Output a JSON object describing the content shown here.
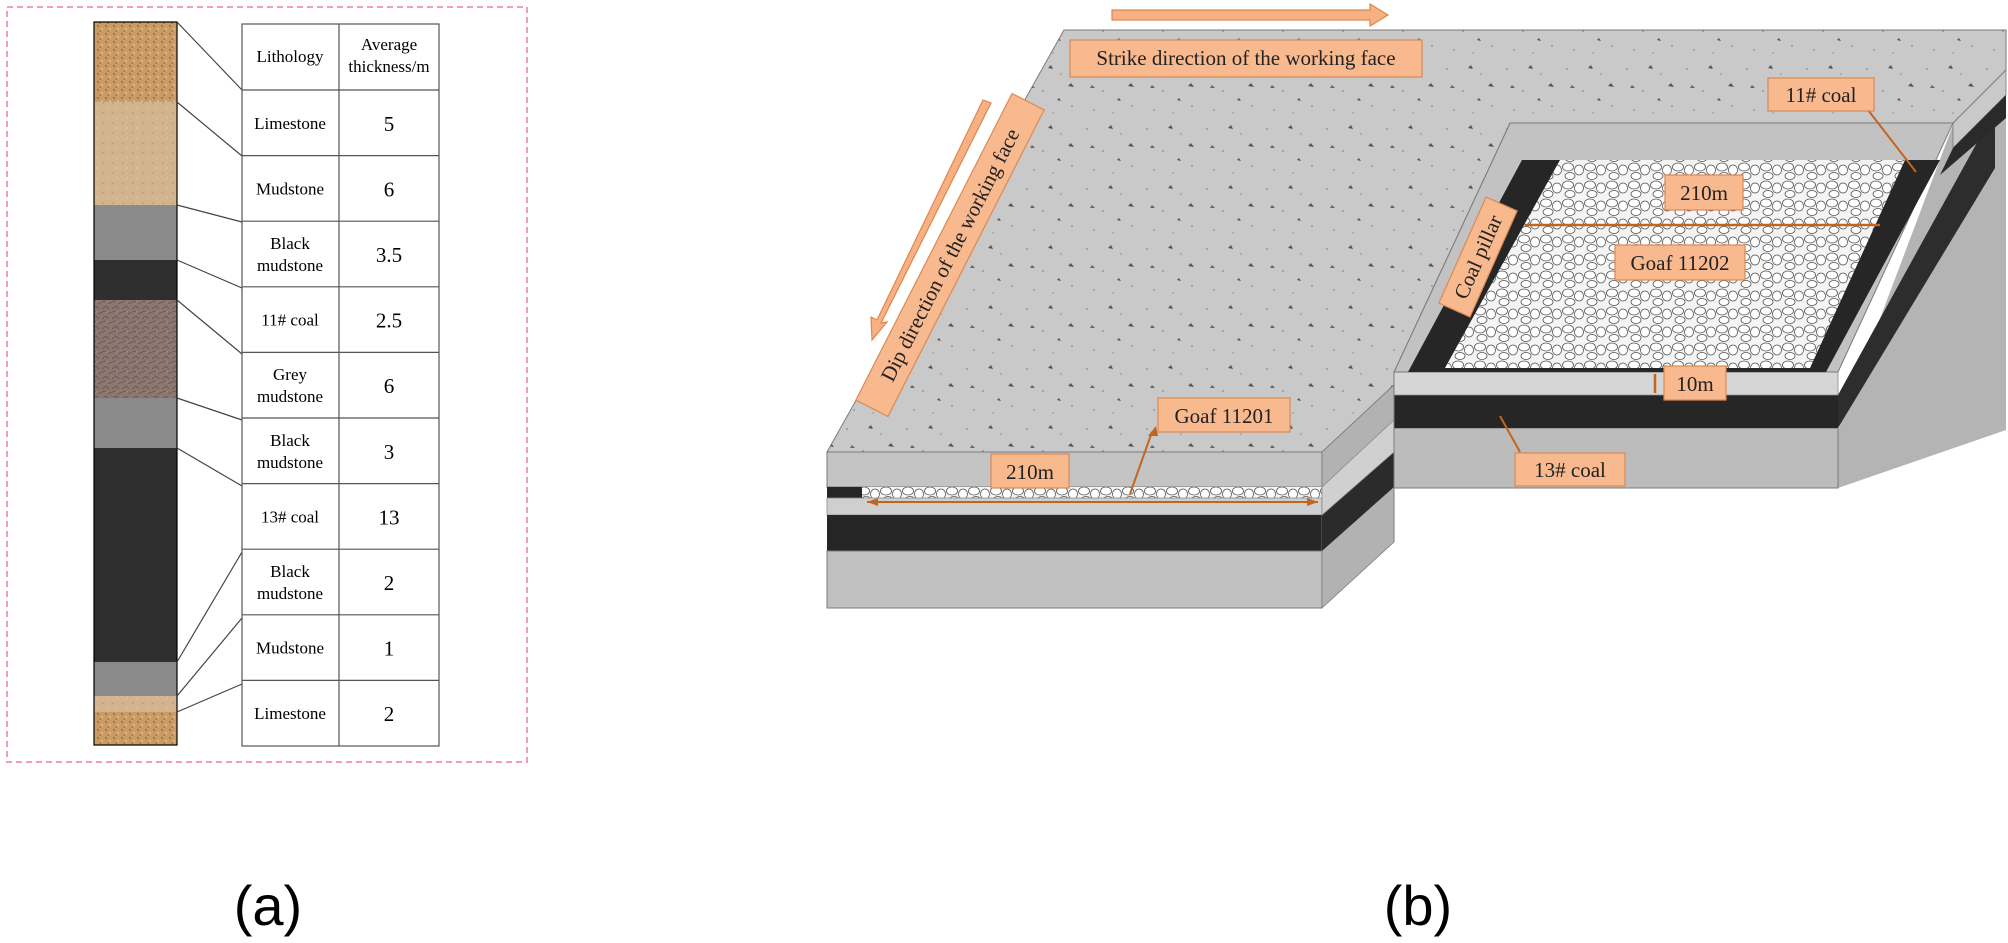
{
  "panel_a": {
    "label": "(a)",
    "table": {
      "headers": {
        "lithology": "Lithology",
        "thickness_line1": "Average",
        "thickness_line2": "thickness/m"
      },
      "rows": [
        {
          "lithology": [
            "Limestone"
          ],
          "thickness": "5",
          "color": "#c99b66"
        },
        {
          "lithology": [
            "Mudstone"
          ],
          "thickness": "6",
          "color": "#cfae88"
        },
        {
          "lithology": [
            "Black",
            "mudstone"
          ],
          "thickness": "3.5",
          "color": "#8a8a8a"
        },
        {
          "lithology": [
            "11# coal"
          ],
          "thickness": "2.5",
          "color": "#2f2f2f"
        },
        {
          "lithology": [
            "Grey",
            "mudstone"
          ],
          "thickness": "6",
          "color": "#8e7770"
        },
        {
          "lithology": [
            "Black",
            "mudstone"
          ],
          "thickness": "3",
          "color": "#8a8a8a"
        },
        {
          "lithology": [
            "13# coal"
          ],
          "thickness": "13",
          "color": "#2f2f2f"
        },
        {
          "lithology": [
            "Black",
            "mudstone"
          ],
          "thickness": "2",
          "color": "#8a8a8a"
        },
        {
          "lithology": [
            "Mudstone"
          ],
          "thickness": "1",
          "color": "#cfae88"
        },
        {
          "lithology": [
            "Limestone"
          ],
          "thickness": "2",
          "color": "#c99b66"
        }
      ]
    },
    "frame_color": "#f0a0b0"
  },
  "panel_b": {
    "label": "(b)",
    "labels": {
      "strike": "Strike direction of the working face",
      "dip": "Dip direction of the working face",
      "coal11": "11# coal",
      "coal13": "13# coal",
      "goaf11202": "Goaf 11202",
      "goaf11201": "Goaf 11201",
      "pillar": "Coal pillar",
      "len_back": "210m",
      "len_front": "210m",
      "pillar_width": "10m"
    },
    "colors": {
      "tag_fill": "#f8b98e",
      "tag_stroke": "#d98a55",
      "arrow": "#f29a55",
      "dim_line": "#c4651f",
      "surface": "#c4c4c4",
      "side": "#bdbdbd",
      "coal": "#262626"
    }
  }
}
